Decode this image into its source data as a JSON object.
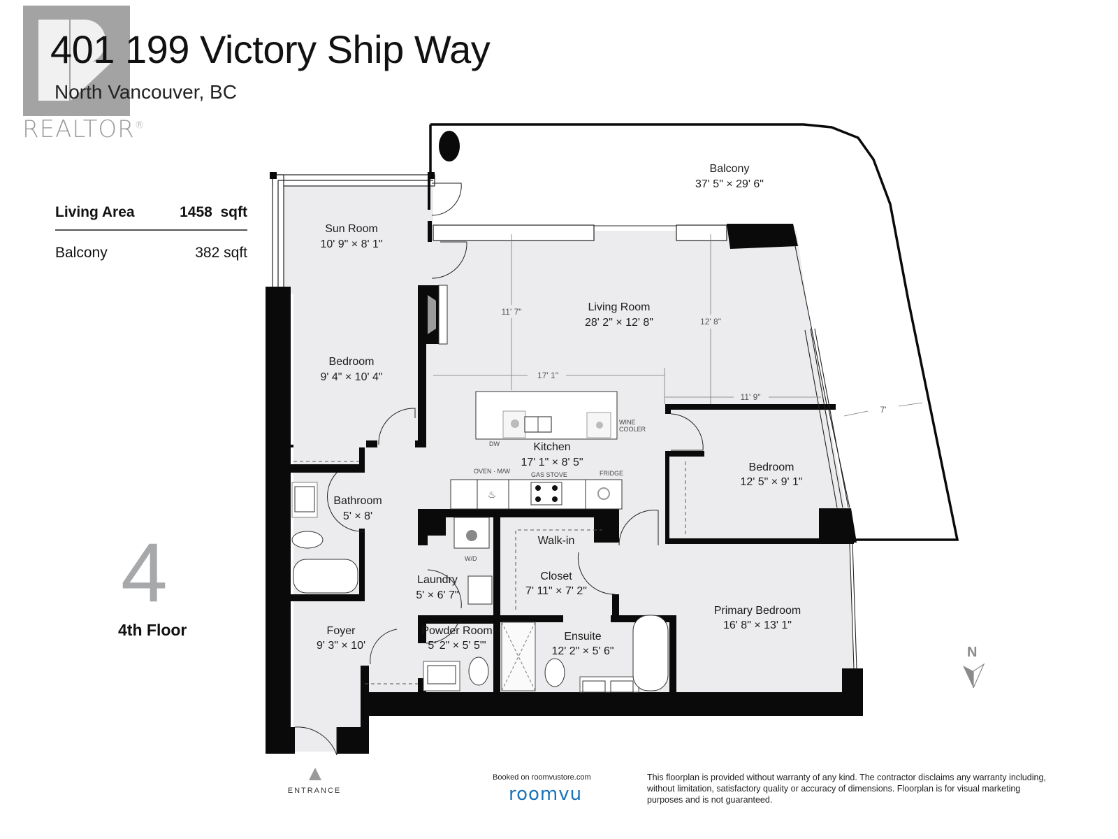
{
  "header": {
    "title": "401 199 Victory Ship Way",
    "subtitle": "North Vancouver, BC"
  },
  "logo": {
    "text": "REALTOR",
    "mark": "®"
  },
  "area_summary": [
    {
      "label": "Living Area",
      "value": "1458",
      "unit": "sqft"
    },
    {
      "label": "Balcony",
      "value": "382",
      "unit": "sqft"
    }
  ],
  "floor": {
    "number": "4",
    "label": "4th Floor"
  },
  "rooms": {
    "balcony": {
      "name": "Balcony",
      "dims": "37' 5\" × 29' 6\""
    },
    "sun_room": {
      "name": "Sun Room",
      "dims": "10' 9\" × 8' 1\""
    },
    "living_room": {
      "name": "Living Room",
      "dims": "28' 2\" × 12' 8\""
    },
    "bedroom_1": {
      "name": "Bedroom",
      "dims": "9' 4\" × 10' 4\""
    },
    "kitchen": {
      "name": "Kitchen",
      "dims": "17' 1\" × 8' 5\""
    },
    "bedroom_2": {
      "name": "Bedroom",
      "dims": "12' 5\" × 9' 1\""
    },
    "bathroom": {
      "name": "Bathroom",
      "dims": "5' × 8'"
    },
    "laundry": {
      "name": "Laundry",
      "dims": "5' × 6' 7\""
    },
    "walk_in_closet": {
      "name_line1": "Walk-in",
      "name_line2": "Closet",
      "dims": "7' 11\" × 7' 2\""
    },
    "primary_bedroom": {
      "name": "Primary Bedroom",
      "dims": "16' 8\" × 13' 1\""
    },
    "foyer": {
      "name": "Foyer",
      "dims": "9' 3\" × 10'"
    },
    "powder_room": {
      "name": "Powder Room",
      "dims": "5' 2\" × 5' 5\"'"
    },
    "ensuite": {
      "name": "Ensuite",
      "dims": "12' 2\" × 5' 6\""
    }
  },
  "dimension_lines": {
    "living_left_depth": "11' 7\"",
    "living_right_depth": "12' 8\"",
    "kitchen_width": "17' 1\"",
    "bedroom_width": "11' 9\"",
    "balcony_depth": "7'"
  },
  "appliances": {
    "dw": "DW",
    "wine_cooler_1": "WINE",
    "wine_cooler_2": "COOLER",
    "oven_mw": "OVEN · M/W",
    "gas_stove": "GAS STOVE",
    "fridge": "FRIDGE",
    "washer_dryer": "W/D"
  },
  "compass": {
    "label": "N"
  },
  "entrance": {
    "label": "ENTRANCE"
  },
  "footer": {
    "booked": "Booked on roomvustore.com",
    "brand": "roomvu",
    "disclaimer": "This floorplan is provided without warranty of any kind. The contractor disclaims any warranty including, without limitation, satisfactory quality or accuracy of dimensions. Floorplan is for visual marketing purposes and is not guaranteed."
  },
  "colors": {
    "wall": "#0a0a0a",
    "floor": "#ececee",
    "logo_gray": "#a3a3a3",
    "floor_number": "#a6a8aa",
    "brand_blue": "#1a72b8"
  }
}
